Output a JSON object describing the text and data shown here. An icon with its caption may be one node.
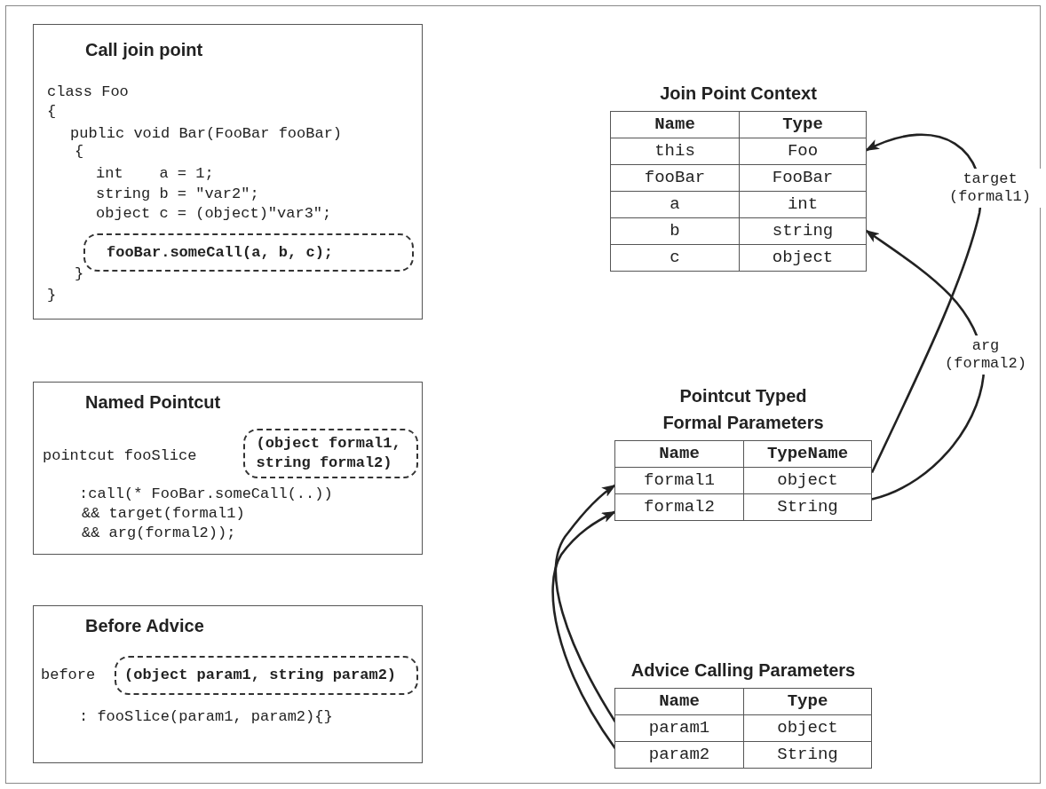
{
  "diagram": {
    "nodes": [
      {
        "text": [
          "Call join point",
          "class Foo",
          "{",
          "public void Bar(FooBar fooBar)",
          "{",
          "int    a = 1;",
          "string b = \"var2\";",
          "object c = (object)\"var3\";",
          "}",
          "}"
        ]
      },
      {
        "text": [
          "fooBar.someCall(a, b, c);"
        ],
        "in": 0
      },
      {
        "text": [
          "Named Pointcut",
          "pointcut fooSlice",
          ":call(* FooBar.someCall(..))",
          "&& target(formal1)",
          "&& arg(formal2));"
        ]
      },
      {
        "text": [
          "(object formal1, string formal2)"
        ],
        "in": 2
      },
      {
        "text": [
          "Before Advice",
          "before",
          ": fooSlice(param1, param2){}"
        ]
      },
      {
        "text": [
          "(object param1, string param2)"
        ],
        "in": 4
      },
      {
        "text": [
          "Join Point Context"
        ]
      },
      {
        "text": [
          "Name",
          "Type"
        ],
        "in": 6
      },
      {
        "text": [
          "this",
          "Foo"
        ],
        "in": 6
      },
      {
        "text": [
          "fooBar",
          "FooBar"
        ],
        "in": 6
      },
      {
        "text": [
          "a",
          "int"
        ],
        "in": 6
      },
      {
        "text": [
          "b",
          "string"
        ],
        "in": 6
      },
      {
        "text": [
          "c",
          "object"
        ],
        "in": 6
      },
      {
        "text": [
          "Pointcut Typed Formal Parameters"
        ]
      },
      {
        "text": [
          "Name",
          "TypeName"
        ],
        "in": 13
      },
      {
        "text": [
          "formal1",
          "object"
        ],
        "in": 13
      },
      {
        "text": [
          "formal2",
          "String"
        ],
        "in": 13
      },
      {
        "text": [
          "Advice Calling Parameters"
        ]
      },
      {
        "text": [
          "Name",
          "Type"
        ],
        "in": 17
      },
      {
        "text": [
          "param1",
          "object"
        ],
        "in": 17
      },
      {
        "text": [
          "param2",
          "String"
        ],
        "in": 17
      }
    ],
    "edges": [
      {
        "from": 15,
        "to": 8,
        "arrow": "to",
        "label": "target (formal1)"
      },
      {
        "from": 16,
        "to": 11,
        "arrow": "to",
        "label": "arg (formal2)"
      },
      {
        "from": 19,
        "to": 15,
        "arrow": "to"
      },
      {
        "from": 20,
        "to": 16,
        "arrow": "to"
      }
    ]
  }
}
